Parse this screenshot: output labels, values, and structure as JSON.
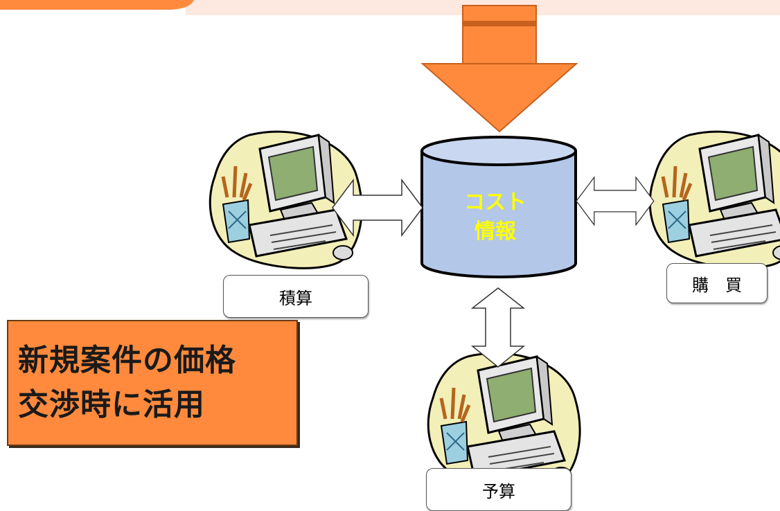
{
  "colors": {
    "accent_orange": "#ff8a3d",
    "banner_bg": "#fde9e0",
    "database_fill": "#b3c7e8",
    "database_label": "#ffff00",
    "monitor_green": "#8fae72",
    "cream": "#f2efb8"
  },
  "icons": {
    "computer": "computer-workstation-icon",
    "arrow": "down-arrow-icon",
    "database": "database-cylinder-icon"
  },
  "diagram": {
    "database": {
      "line1": "コスト",
      "line2": "情報"
    },
    "nodes": {
      "estimate": "積算",
      "purchase": "購　買",
      "budget": "予算"
    },
    "callout": {
      "line1": "新規案件の価格",
      "line2": "交渉時に活用"
    }
  }
}
